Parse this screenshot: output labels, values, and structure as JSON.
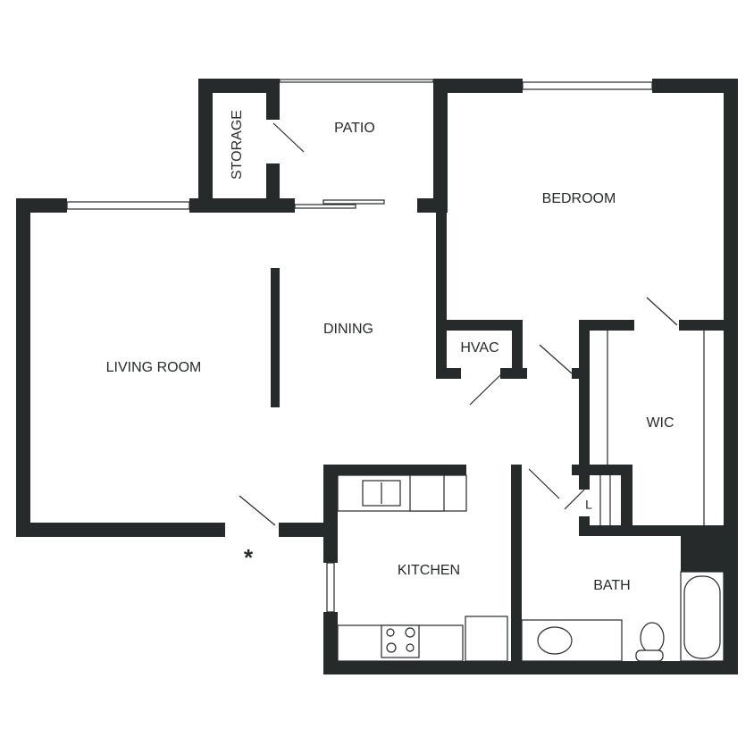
{
  "floor_plan": {
    "wall_color": "#262a2a",
    "rooms": {
      "storage": "STORAGE",
      "patio": "PATIO",
      "bedroom": "BEDROOM",
      "dining": "DINING",
      "living_room": "LIVING ROOM",
      "hvac": "HVAC",
      "wic": "WIC",
      "linen": "L",
      "kitchen": "KITCHEN",
      "bath": "BATH"
    },
    "entry_marker": "*"
  }
}
